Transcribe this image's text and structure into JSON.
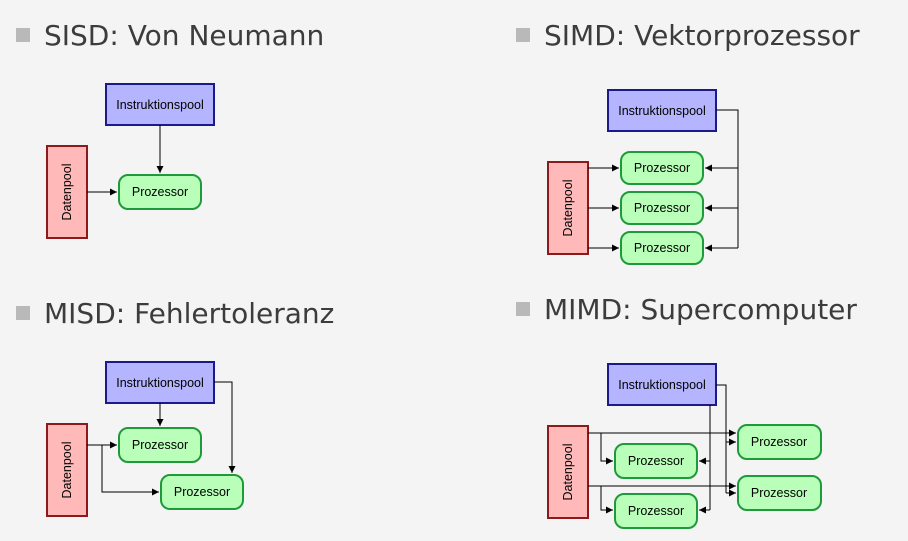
{
  "sections": [
    {
      "title": "SISD: Von Neumann"
    },
    {
      "title": "SIMD: Vektorprozessor"
    },
    {
      "title": "MISD: Fehlertoleranz"
    },
    {
      "title": "MIMD: Supercomputer"
    }
  ],
  "labels": {
    "instruction_pool": "Instruktionspool",
    "data_pool": "Datenpool",
    "processor": "Prozessor"
  },
  "colors": {
    "instruction_fill": "#b4b4ff",
    "instruction_stroke": "#1a1a8c",
    "data_fill": "#ffb9b9",
    "data_stroke": "#8c1a1a",
    "processor_fill": "#b9ffb9",
    "processor_stroke": "#1f9a3a"
  }
}
